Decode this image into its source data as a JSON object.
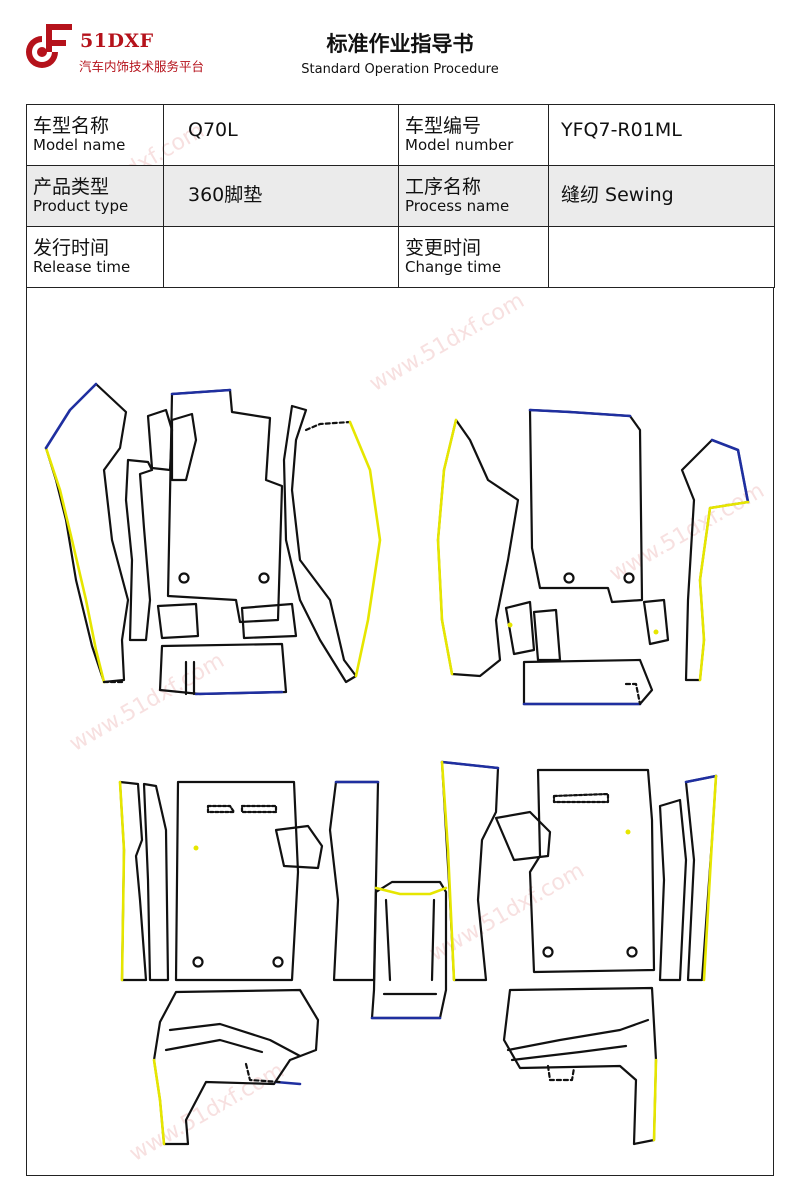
{
  "header": {
    "brand": "51DXF",
    "brand_subtitle": "汽车内饰技术服务平台",
    "title": "标准作业指导书",
    "subtitle": "Standard Operation Procedure"
  },
  "info": {
    "model_name_zh": "车型名称",
    "model_name_en": "Model name",
    "model_name_value": "Q70L",
    "model_number_zh": "车型编号",
    "model_number_en": "Model number",
    "model_number_value": "YFQ7-R01ML",
    "product_type_zh": "产品类型",
    "product_type_en": "Product type",
    "product_type_value": "360脚垫",
    "process_name_zh": "工序名称",
    "process_name_en": "Process name",
    "process_name_value": "缝纫 Sewing",
    "release_time_zh": "发行时间",
    "release_time_en": "Release time",
    "release_time_value": "",
    "change_time_zh": "变更时间",
    "change_time_en": "Change time",
    "change_time_value": ""
  },
  "watermark": "www.51dxf.com",
  "colors": {
    "brand_red": "#b5121b",
    "outline": "#111111",
    "yellow_edge": "#e6e600",
    "blue_edge": "#1f2fa0",
    "row_shade": "#ebebeb"
  }
}
